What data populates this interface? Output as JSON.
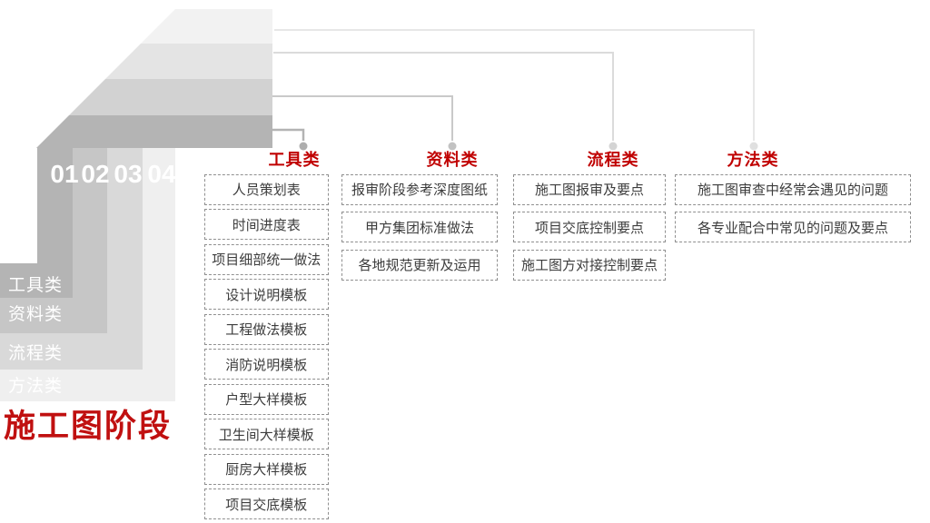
{
  "title": "施工图阶段",
  "steps": [
    {
      "num": "01",
      "label": "工具类"
    },
    {
      "num": "02",
      "label": "资料类"
    },
    {
      "num": "03",
      "label": "流程类"
    },
    {
      "num": "04",
      "label": "方法类"
    }
  ],
  "columns": [
    {
      "header": "工具类",
      "items": [
        "人员策划表",
        "时间进度表",
        "项目细部统一做法",
        "设计说明模板",
        "工程做法模板",
        "消防说明模板",
        "户型大样模板",
        "卫生间大样模板",
        "厨房大样模板",
        "项目交底模板"
      ]
    },
    {
      "header": "资料类",
      "items": [
        "报审阶段参考深度图纸",
        "甲方集团标准做法",
        "各地规范更新及运用"
      ]
    },
    {
      "header": "流程类",
      "items": [
        "施工图报审及要点",
        "项目交底控制要点",
        "施工图方对接控制要点"
      ]
    },
    {
      "header": "方法类",
      "items": [
        "施工图审查中经常会遇见的问题",
        "各专业配合中常见的问题及要点"
      ]
    }
  ],
  "colors": {
    "accent_red": "#c00000",
    "title_red": "#c01010",
    "step_grays": [
      "#b4b4b4",
      "#c6c6c6",
      "#d9d9d9",
      "#efefef"
    ]
  }
}
